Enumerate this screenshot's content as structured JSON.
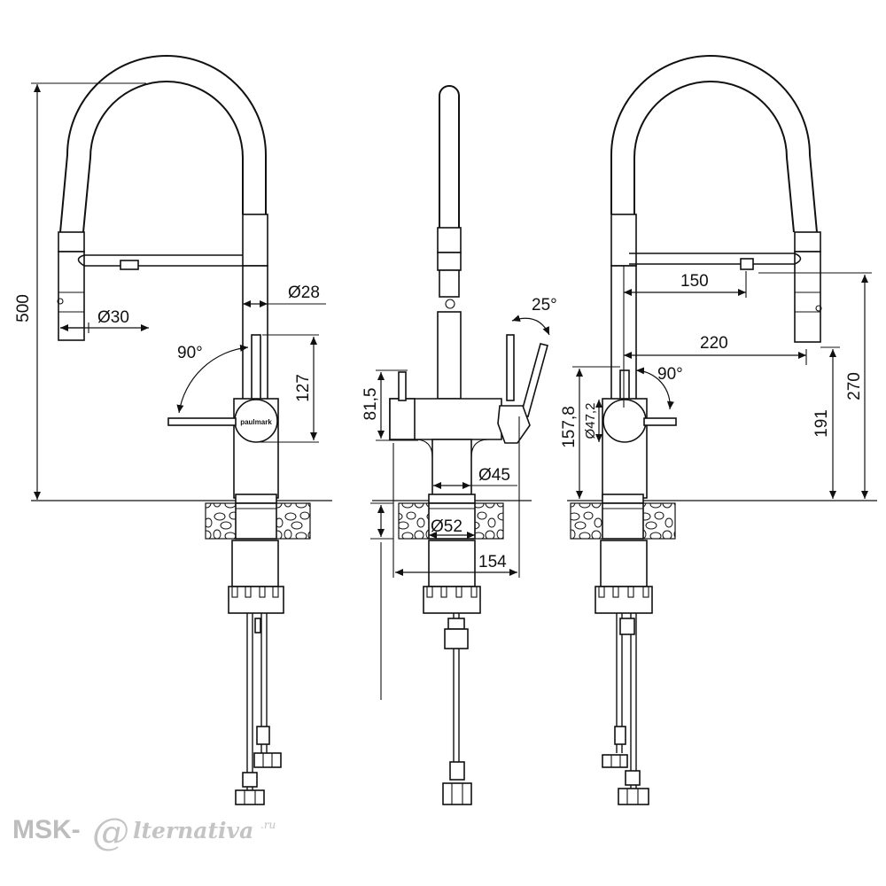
{
  "dimensions": {
    "height_total": "500",
    "hose_diameter": "Ø30",
    "spout_diameter": "Ø28",
    "handle_height": "127",
    "handle_angle_left": "90°",
    "filter_lever_height": "81,5",
    "filter_lever_angle": "25°",
    "base_diameter": "Ø45",
    "mount_hole_diameter": "Ø52",
    "base_depth": "154",
    "reach_150": "150",
    "reach_220": "220",
    "handle_angle_right": "90°",
    "body_height": "157,8",
    "body_diameter": "Ø47,2",
    "outlet_height": "191",
    "spray_height": "270"
  },
  "brand_label": "paulmark",
  "watermark": {
    "prefix": "MSK-",
    "at": "@",
    "suffix": "lternativa",
    "tld": ".ru"
  }
}
